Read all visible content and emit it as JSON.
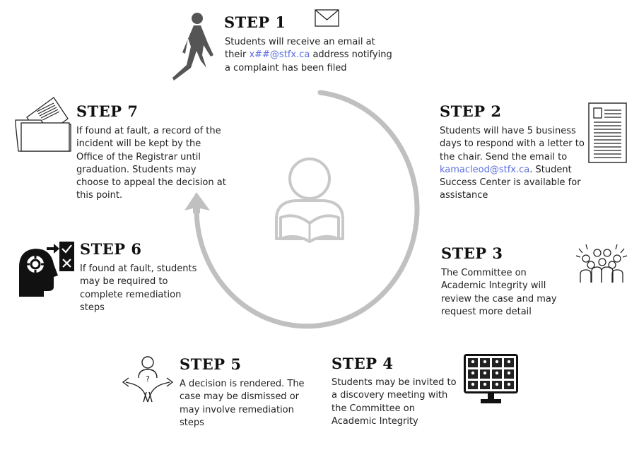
{
  "colors": {
    "cycle": "#c0c0c0",
    "link": "#5b6ee0",
    "icon": "#1a1a1a"
  },
  "center_icon": "student-reading-icon",
  "steps": {
    "s1": {
      "title": "STEP 1",
      "pre": "Students will receive an email at their ",
      "link": "x##@stfx.ca",
      "post": " address notifying a complaint has been filed",
      "icon": "walking-person-icon",
      "icon2": "envelope-icon"
    },
    "s2": {
      "title": "STEP 2",
      "pre": "Students will have 5 business days to respond with a letter to the chair.  Send the email to ",
      "link": "kamacleod@stfx.ca",
      "post": ".  Student Success Center is available for assistance",
      "icon": "document-icon"
    },
    "s3": {
      "title": "STEP 3",
      "text": "The Committee on Academic Integrity will review the case and may request more detail",
      "icon": "group-of-people-icon"
    },
    "s4": {
      "title": "STEP 4",
      "text": "Students may be invited to a discovery meeting with the Committee on Academic Integrity",
      "icon": "video-meeting-icon"
    },
    "s5": {
      "title": "STEP 5",
      "text": "A decision is rendered.  The case may be dismissed or may involve remediation steps",
      "icon": "crossroads-decision-icon"
    },
    "s6": {
      "title": "STEP 6",
      "text": "If found at fault, students may be required to complete remediation steps",
      "icon": "head-checklist-icon"
    },
    "s7": {
      "title": "STEP 7",
      "text": "If found at fault, a record of the incident will be kept by the Office of the Registrar until graduation.  Students may choose to appeal the decision at this point.",
      "icon": "file-folder-icon"
    }
  }
}
